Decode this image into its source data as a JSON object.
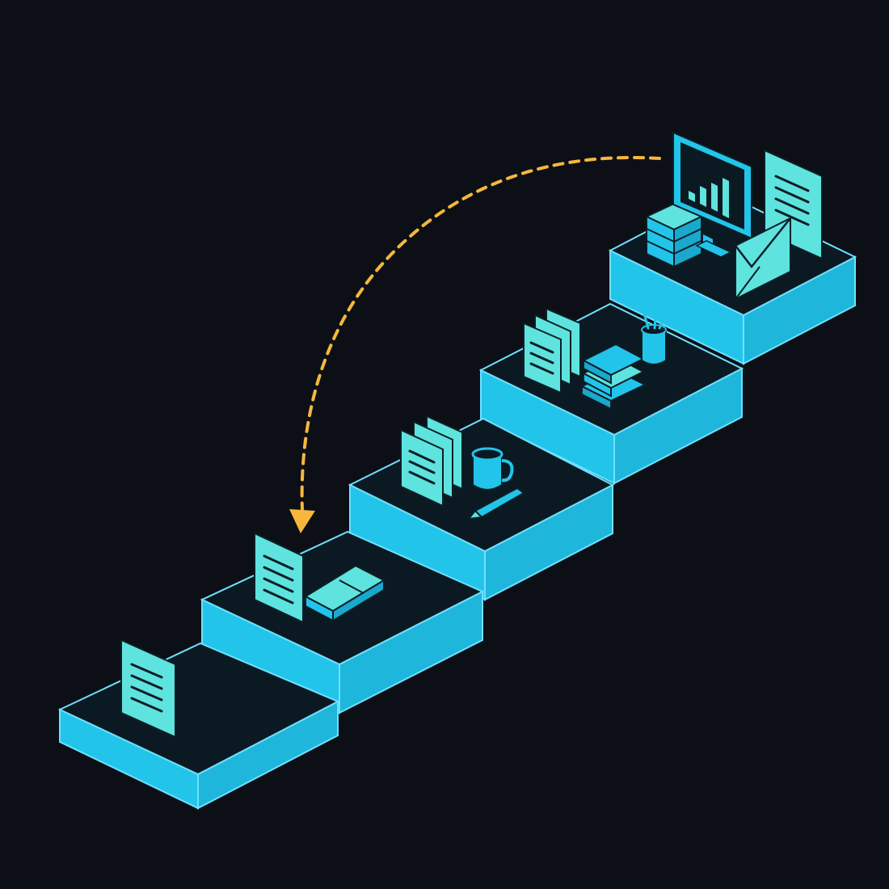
{
  "diagram": {
    "description_free": true,
    "steps": [
      {
        "id": 1,
        "items": [
          "document-icon"
        ]
      },
      {
        "id": 2,
        "items": [
          "document-icon",
          "book-icon"
        ]
      },
      {
        "id": 3,
        "items": [
          "document-stack-icon",
          "mug-icon",
          "pencil-icon"
        ]
      },
      {
        "id": 4,
        "items": [
          "binder-stack-icon",
          "book-stack-icon",
          "pencil-cup-icon"
        ]
      },
      {
        "id": 5,
        "items": [
          "monitor-chart-icon",
          "server-icon",
          "envelope-icon",
          "document-icon"
        ]
      }
    ],
    "arrow": {
      "from_step": 5,
      "to_step": 2,
      "style": "dashed"
    }
  },
  "colors": {
    "background": "#0c1016",
    "step_fill": "#23c4ea",
    "step_top": "#0b1a22",
    "step_edge": "#6fe0ff",
    "icon_fill": "#5fe3df",
    "icon_line": "#0c1f26",
    "arrow": "#f6b73c"
  }
}
